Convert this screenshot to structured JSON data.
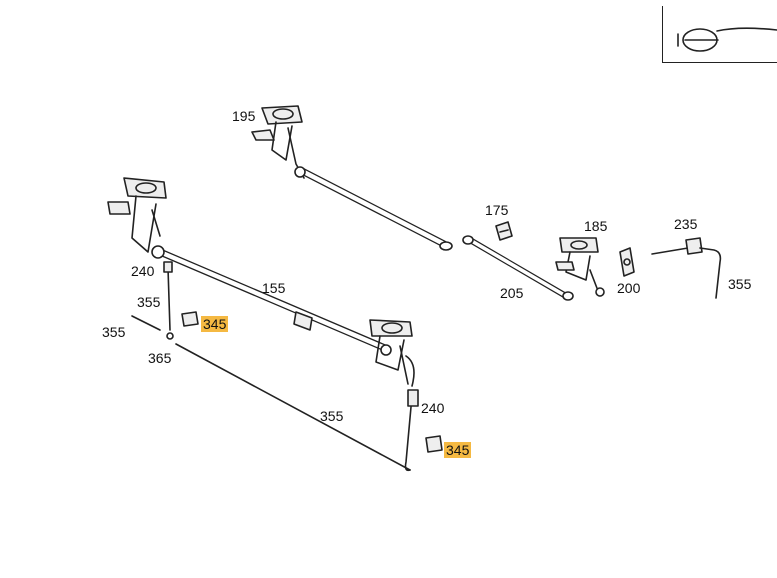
{
  "diagram": {
    "labels": {
      "l195": "195",
      "l175": "175",
      "l185": "185",
      "l235": "235",
      "l240a": "240",
      "l155": "155",
      "l205": "205",
      "l200": "200",
      "l355a": "355",
      "l355b": "355",
      "l355c": "355",
      "l355d": "355",
      "l365": "365",
      "l240b": "240",
      "l345a": "345",
      "l345b": "345"
    },
    "colors": {
      "line": "#222222",
      "highlight": "#f5b942",
      "part_fill": "#e6e6e6"
    },
    "highlighted_parts": [
      "345"
    ],
    "icons": [
      "wiper-symbol-icon"
    ]
  }
}
